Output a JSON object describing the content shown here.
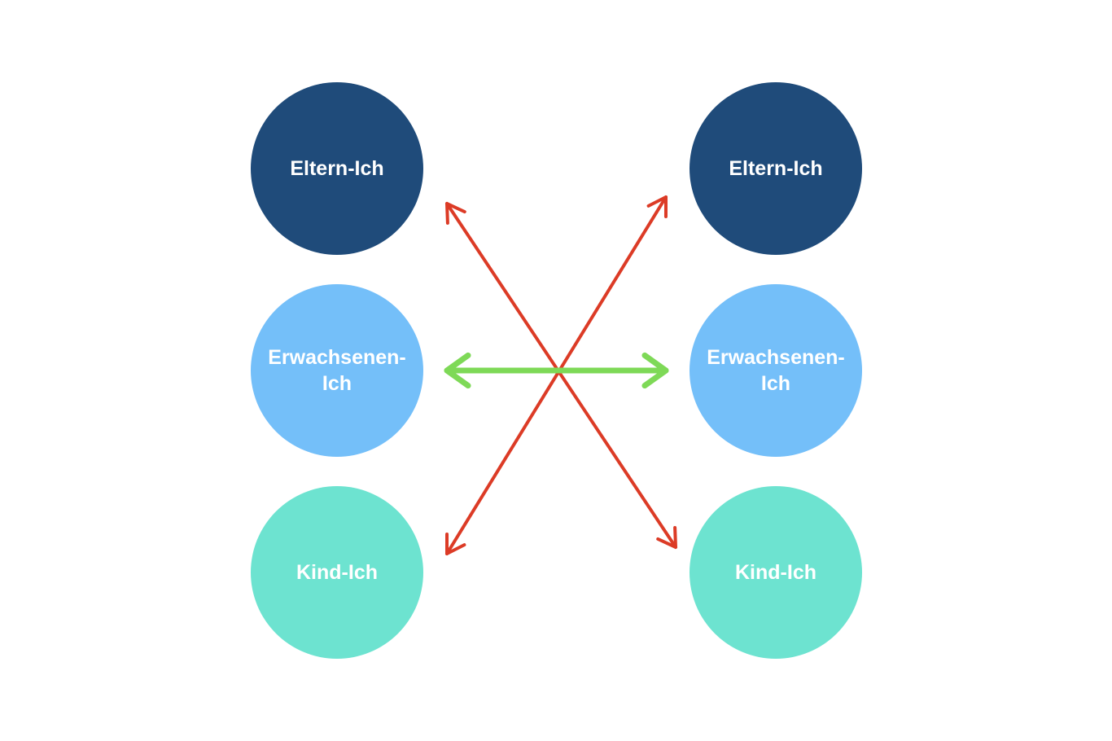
{
  "colors": {
    "parent": "#1f4b7a",
    "adult": "#74bff9",
    "child": "#6de3d0",
    "crossed_arrow": "#dc3b26",
    "parallel_arrow": "#7ed957",
    "node_text": "#ffffff"
  },
  "left": {
    "parent": {
      "label": "Eltern-Ich"
    },
    "adult": {
      "label": "Erwachsenen-\nIch"
    },
    "child": {
      "label": "Kind-Ich"
    }
  },
  "right": {
    "parent": {
      "label": "Eltern-Ich"
    },
    "adult": {
      "label": "Erwachsenen-\nIch"
    },
    "child": {
      "label": "Kind-Ich"
    }
  },
  "arrows": [
    {
      "name": "crossed-arrow-left-parent-to-right-child",
      "from": "left.parent",
      "to": "right.child",
      "color_key": "crossed_arrow",
      "double_headed": true
    },
    {
      "name": "crossed-arrow-left-child-to-right-parent",
      "from": "left.child",
      "to": "right.parent",
      "color_key": "crossed_arrow",
      "double_headed": true
    },
    {
      "name": "parallel-arrow-adult-to-adult",
      "from": "left.adult",
      "to": "right.adult",
      "color_key": "parallel_arrow",
      "double_headed": true
    }
  ]
}
